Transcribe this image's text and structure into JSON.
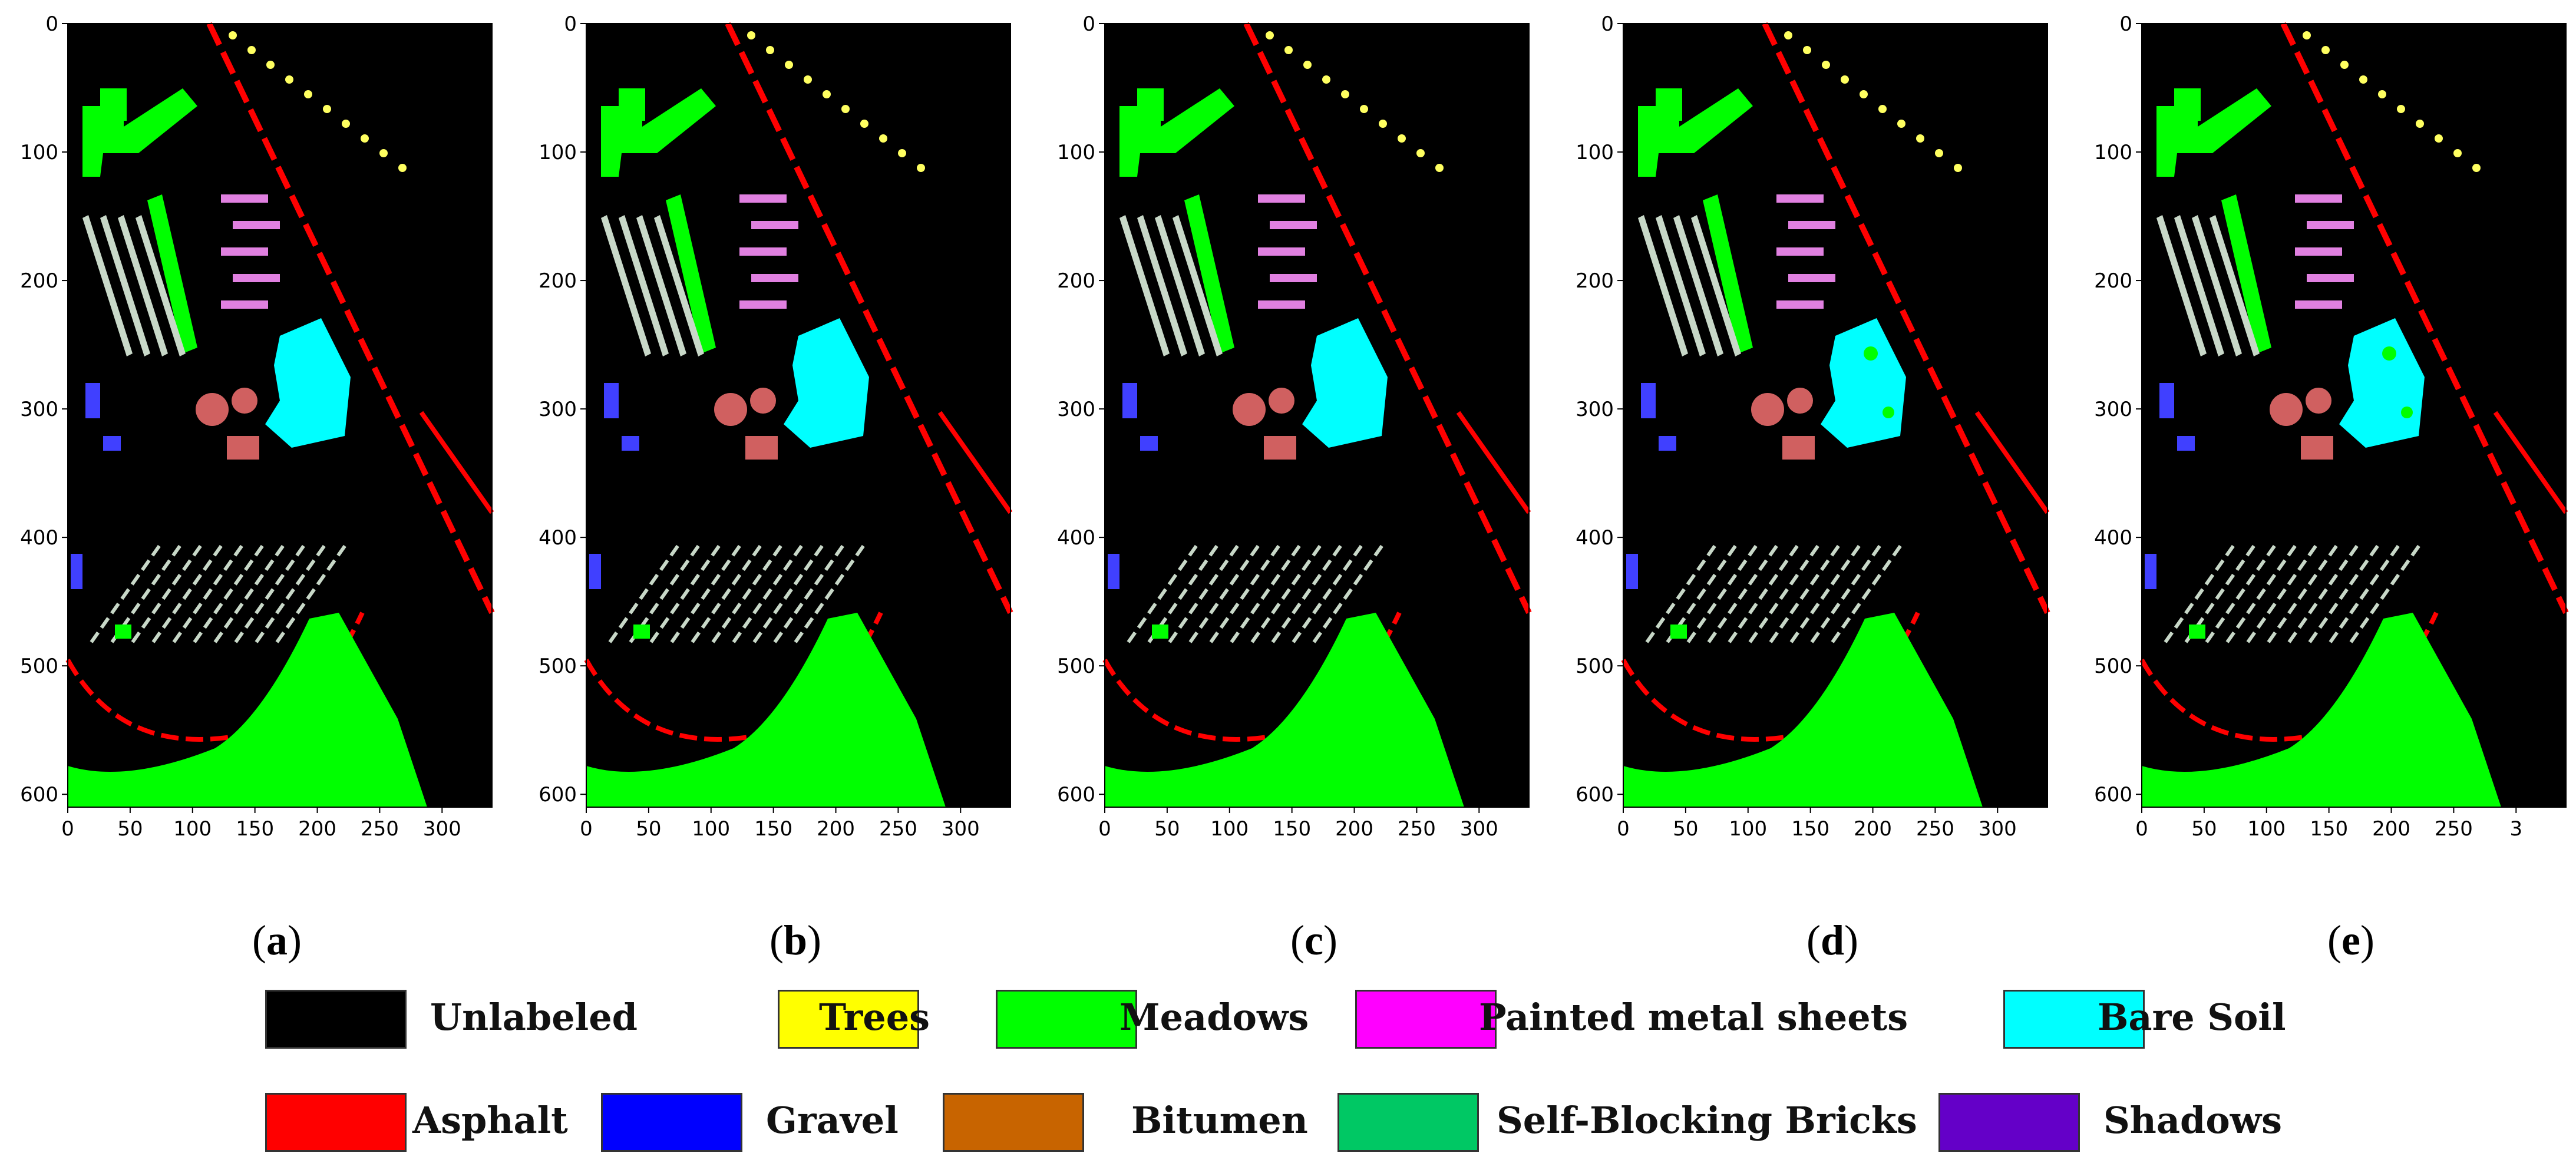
{
  "panels": [
    {
      "id": "a",
      "caption_letter": "a",
      "x_ticks": [
        "0",
        "50",
        "100",
        "150",
        "200",
        "250",
        "300"
      ],
      "y_ticks": [
        "0",
        "100",
        "200",
        "300",
        "400",
        "500",
        "600"
      ]
    },
    {
      "id": "b",
      "caption_letter": "b",
      "x_ticks": [
        "0",
        "50",
        "100",
        "150",
        "200",
        "250",
        "300"
      ],
      "y_ticks": [
        "0",
        "100",
        "200",
        "300",
        "400",
        "500",
        "600"
      ]
    },
    {
      "id": "c",
      "caption_letter": "c",
      "x_ticks": [
        "0",
        "50",
        "100",
        "150",
        "200",
        "250",
        "300"
      ],
      "y_ticks": [
        "0",
        "100",
        "200",
        "300",
        "400",
        "500",
        "600"
      ]
    },
    {
      "id": "d",
      "caption_letter": "d",
      "x_ticks": [
        "0",
        "50",
        "100",
        "150",
        "200",
        "250",
        "300"
      ],
      "y_ticks": [
        "0",
        "100",
        "200",
        "300",
        "400",
        "500",
        "600"
      ]
    },
    {
      "id": "e",
      "caption_letter": "e",
      "x_ticks": [
        "0",
        "50",
        "100",
        "150",
        "200",
        "250",
        "3"
      ],
      "y_ticks": [
        "0",
        "100",
        "200",
        "300",
        "400",
        "500",
        "600"
      ]
    }
  ],
  "legend": [
    {
      "label": "Unlabeled",
      "color": "#000000"
    },
    {
      "label": "Trees",
      "color": "#ffff00"
    },
    {
      "label": "Meadows",
      "color": "#00ff00"
    },
    {
      "label": "Painted metal sheets",
      "color": "#ff00ff"
    },
    {
      "label": "Bare Soil",
      "color": "#00ffff"
    },
    {
      "label": "Asphalt",
      "color": "#ff0000"
    },
    {
      "label": "Gravel",
      "color": "#0000ff"
    },
    {
      "label": "Bitumen",
      "color": "#c86400"
    },
    {
      "label": "Self-Blocking Bricks",
      "color": "#00c864"
    },
    {
      "label": "Shadows",
      "color": "#6400c8"
    }
  ],
  "colors": {
    "background": "#000000",
    "meadows": "#00ff00",
    "bare_soil": "#00ffff",
    "asphalt": "#ff0000",
    "painted_metal": "#e080e0",
    "gravel": "#4040ff",
    "bricks": "#c8d8c8",
    "bitumen": "#d06060",
    "trees": "#ffff60"
  }
}
